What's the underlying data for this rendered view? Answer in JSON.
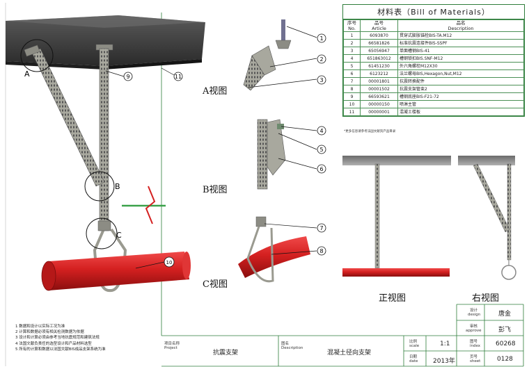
{
  "bom": {
    "title": "材料表（Bill of Materials）",
    "headers": {
      "seq_cn": "序号",
      "seq_en": "No.",
      "article_cn": "品号",
      "article_en": "Article",
      "desc_cn": "品名",
      "desc_en": "Description"
    },
    "rows": [
      {
        "no": "1",
        "article": "6093870",
        "desc": "贯穿式膨胀锚栓BIS-TA.M12"
      },
      {
        "no": "2",
        "article": "66581826",
        "desc": "标准抗震连接件BIS-SSPF"
      },
      {
        "no": "3",
        "article": "65056947",
        "desc": "单面槽钢BIS-41"
      },
      {
        "no": "4",
        "article": "651863012",
        "desc": "槽钢锁扣BIS.SNF-M12"
      },
      {
        "no": "5",
        "article": "61451230",
        "desc": "外六角螺栓M12X30"
      },
      {
        "no": "6",
        "article": "6123212",
        "desc": "法兰螺母BIS,Hexagon,Nut,M12"
      },
      {
        "no": "7",
        "article": "00001801",
        "desc": "抗震转换配件"
      },
      {
        "no": "8",
        "article": "00001502",
        "desc": "抗震支架管束2"
      },
      {
        "no": "9",
        "article": "66593621",
        "desc": "槽钢底座BIS-F21-72"
      },
      {
        "no": "10",
        "article": "00000150",
        "desc": "喷淋主管"
      },
      {
        "no": "11",
        "article": "00000001",
        "desc": "混凝土楼板"
      }
    ],
    "note": "*更多信息请参考法国文献资产品目录"
  },
  "views": {
    "a": "A视图",
    "b": "B视图",
    "c": "C视图",
    "front": "正视图",
    "right": "右视图"
  },
  "labels": {
    "A": "A",
    "B": "B",
    "C": "C",
    "n1": "1",
    "n2": "2",
    "n3": "3",
    "n4": "4",
    "n5": "5",
    "n6": "6",
    "n7": "7",
    "n8": "8",
    "n9": "9",
    "n10": "10",
    "n11": "11"
  },
  "notes": [
    "1  数据和设计以实际工况为准",
    "2  计算和数据必须有相关检测数据为依据",
    "3  设计和计算必须由参考当地抗震规范和建筑法规",
    "4  法国文献负责任的选型设计和产品材料选型",
    "5  所有的计算和数据以法国文献BIS成品支架系统为准"
  ],
  "titleblock": {
    "project_cn": "项目名称",
    "project_en": "Project",
    "project_val": "抗震支架",
    "desc_cn": "图名",
    "desc_en": "Description",
    "desc_val": "混凝土径向支架",
    "scale_cn": "比例",
    "scale_en": "scale",
    "scale_val": "1:1",
    "date_cn": "日期",
    "date_en": "date",
    "date_val": "2013年",
    "index_cn": "图号",
    "index_en": "index",
    "index_val": "60268",
    "sheet_cn": "页号",
    "sheet_en": "sheet",
    "sheet_val": "0128",
    "design_cn": "设计",
    "design_en": "design",
    "design_val": "唐金",
    "approve_cn": "审核",
    "approve_en": "approve",
    "approve_val": "彭飞"
  },
  "colors": {
    "frame": "#2e7d3a",
    "pipe": "#d42020",
    "steel": "#9a9a90",
    "slab": "#3a3a3a"
  }
}
